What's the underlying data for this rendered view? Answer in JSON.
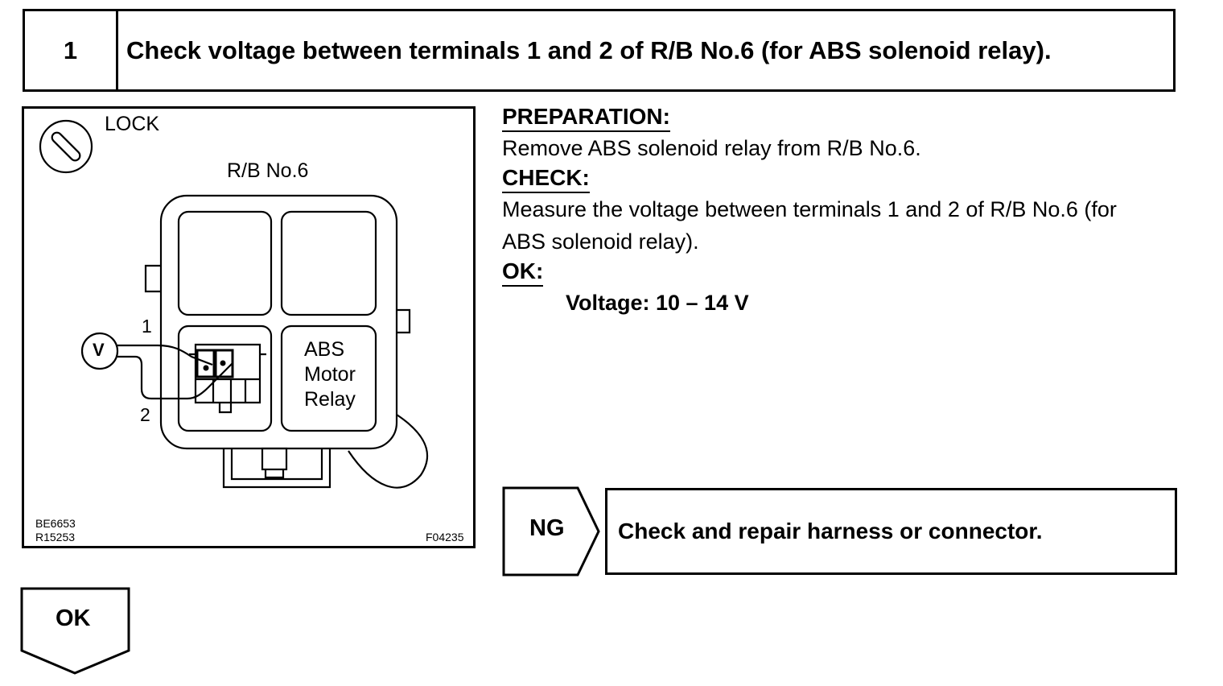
{
  "step": {
    "number": "1",
    "title": "Check voltage between terminals 1 and 2 of R/B No.6 (for ABS solenoid relay)."
  },
  "figure": {
    "lock_label": "LOCK",
    "rb_label": "R/B No.6",
    "terminal_1": "1",
    "terminal_2": "2",
    "voltmeter_symbol": "V",
    "relay_line1": "ABS",
    "relay_line2": "Motor",
    "relay_line3": "Relay",
    "code_1": "BE6653",
    "code_2": "R15253",
    "code_3": "F04235"
  },
  "instructions": {
    "preparation_heading": "PREPARATION:",
    "preparation_text": "Remove ABS solenoid relay from R/B No.6.",
    "check_heading": "CHECK:",
    "check_text_line1": "Measure the voltage between terminals 1 and 2 of R/B No.6 (for",
    "check_text_line2": "ABS solenoid relay).",
    "ok_heading": "OK:",
    "ok_value": "Voltage: 10 – 14 V"
  },
  "ng": {
    "label": "NG",
    "action": "Check and repair harness or connector."
  },
  "ok_flow": {
    "label": "OK"
  }
}
